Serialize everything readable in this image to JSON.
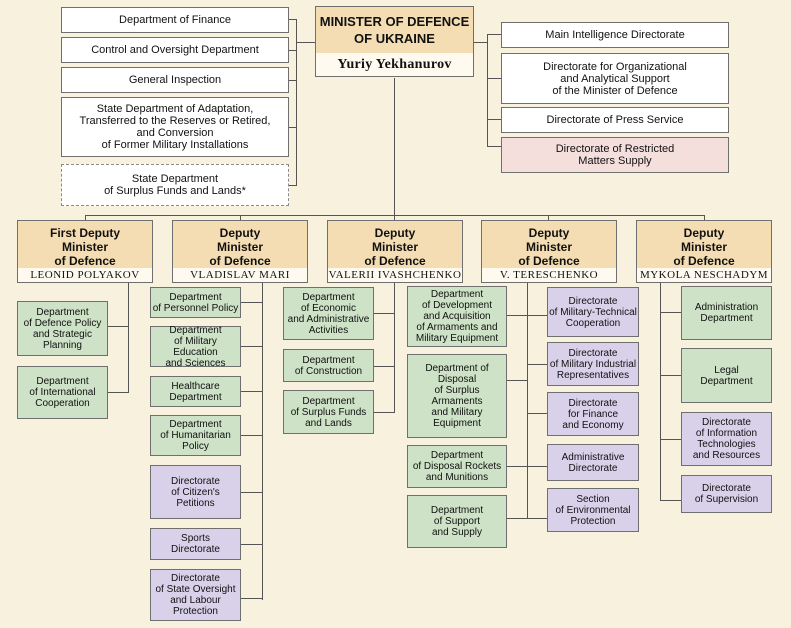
{
  "minister": {
    "title": "MINISTER OF DEFENCE\nOF UKRAINE",
    "name": "Yuriy Yekhanurov"
  },
  "left_units": [
    "Department of Finance",
    "Control and Oversight Department",
    "General Inspection",
    "State Department of Adaptation,\nTransferred to the Reserves or Retired,\nand Conversion\nof Former Military Installations",
    "State Department\nof Surplus Funds and Lands*"
  ],
  "right_units": [
    "Main Intelligence Directorate",
    "Directorate for Organizational\nand Analytical Support\nof the Minister of Defence",
    "Directorate of Press Service",
    "Directorate of Restricted\nMatters Supply"
  ],
  "deputies": [
    {
      "title": "First Deputy\nMinister\nof Defence",
      "name": "LEONID POLYAKOV",
      "units": [
        "Department\nof Defence Policy\nand Strategic\nPlanning",
        "Department\nof International\nCooperation"
      ]
    },
    {
      "title": "Deputy\nMinister\nof Defence",
      "name": "VLADISLAV MARI",
      "units": [
        "Department\nof Personnel Policy",
        "Department\nof Military Education\nand Sciences",
        "Healthcare\nDepartment",
        "Department\nof Humanitarian\nPolicy",
        "Directorate\nof Citizen's\nPetitions",
        "Sports\nDirectorate",
        "Directorate\nof State Oversight\nand Labour\nProtection"
      ]
    },
    {
      "title": "Deputy\nMinister\nof Defence",
      "name": "VALERII IVASHCHENKO",
      "units": [
        "Department\nof Economic\nand Administrative\nActivities",
        "Department\nof Construction",
        "Department\nof Surplus Funds\nand Lands"
      ]
    },
    {
      "title": "Deputy\nMinister\nof Defence",
      "name": "V. TERESCHENKO",
      "units_left": [
        "Department\nof Development\nand Acquisition\nof Armaments and\nMilitary Equipment",
        "Department of\nDisposal\nof Surplus\nArmaments\nand Military\nEquipment",
        "Department\nof Disposal Rockets\nand Munitions",
        "Department\nof Support\nand Supply"
      ],
      "units_right": [
        "Directorate\nof Military-Technical\nCooperation",
        "Directorate\nof Military Industrial\nRepresentatives",
        "Directorate\nfor Finance\nand Economy",
        "Administrative\nDirectorate",
        "Section\nof Environmental\nProtection"
      ]
    },
    {
      "title": "Deputy\nMinister\nof Defence",
      "name": "MYKOLA NESCHADYM",
      "units": [
        "Administration\nDepartment",
        "Legal\nDepartment",
        "Directorate\nof Information\nTechnologies\nand Resources",
        "Directorate\nof Supervision"
      ]
    }
  ]
}
